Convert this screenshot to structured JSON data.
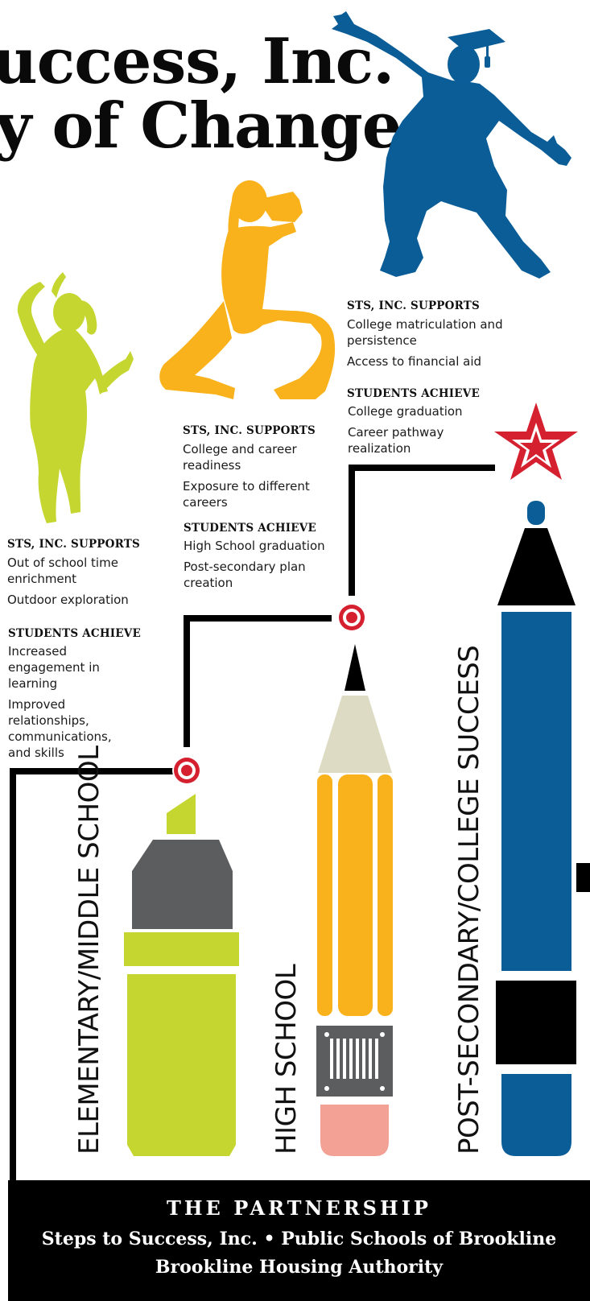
{
  "title": {
    "line1": "uccess, Inc.",
    "line2": "y of Change"
  },
  "stages": [
    {
      "label": "ELEMENTARY/MIDDLE SCHOOL",
      "supports_heading": "STS, INC. SUPPORTS",
      "supports": [
        "Out of school time enrichment",
        "Outdoor exploration"
      ],
      "achieve_heading": "STUDENTS ACHIEVE",
      "achieve": [
        "Increased engagement in learning",
        "Improved relationships, communications, and skills"
      ]
    },
    {
      "label": "HIGH SCHOOL",
      "supports_heading": "STS, INC. SUPPORTS",
      "supports": [
        "College and career readiness",
        "Exposure to different careers"
      ],
      "achieve_heading": "STUDENTS ACHIEVE",
      "achieve": [
        "High School graduation",
        "Post-secondary plan creation"
      ]
    },
    {
      "label": "POST-SECONDARY/COLLEGE SUCCESS",
      "supports_heading": "STS, INC. SUPPORTS",
      "supports": [
        "College matriculation and persistence",
        "Access to financial aid"
      ],
      "achieve_heading": "STUDENTS ACHIEVE",
      "achieve": [
        "College graduation",
        "Career pathway realization"
      ]
    }
  ],
  "footer": {
    "title": "THE PARTNERSHIP",
    "line1": "Steps to Success, Inc. • Public Schools of Brookline",
    "line2": "Brookline Housing Authority"
  },
  "colors": {
    "lime": "#c5d631",
    "orange": "#f9b21b",
    "blue": "#0b5d98",
    "red": "#d4202f",
    "gray": "#5c5d5f",
    "beige": "#dedbc5",
    "pink": "#f2a194",
    "black": "#000000"
  },
  "icons": [
    "child-silhouette-icon",
    "photographer-silhouette-icon",
    "graduate-silhouette-icon",
    "star-icon",
    "highlighter-icon",
    "pencil-icon",
    "pen-icon"
  ]
}
